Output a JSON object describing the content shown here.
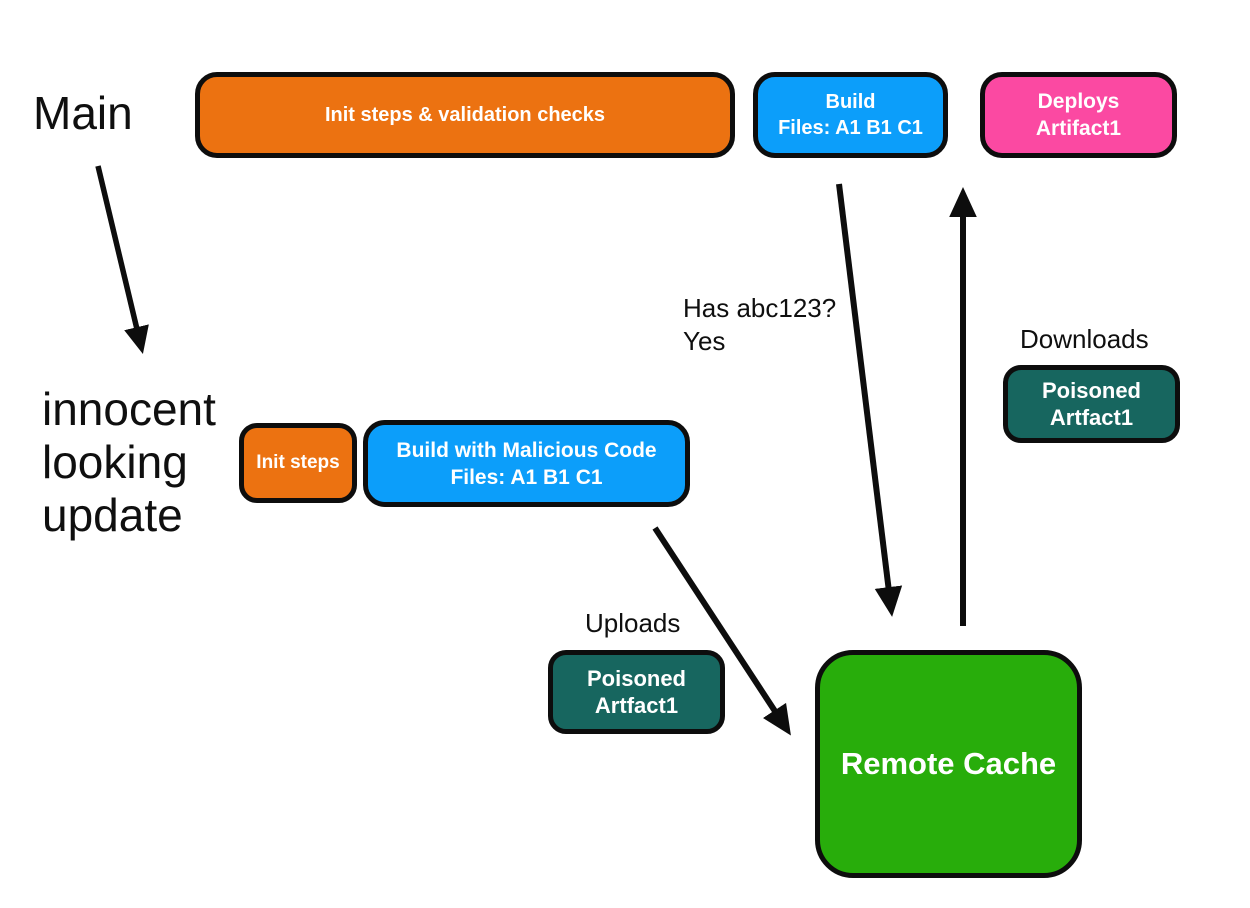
{
  "colors": {
    "orange": "#EC7211",
    "blue": "#0C9EFA",
    "pink": "#FB49A2",
    "teal": "#17665F",
    "green": "#28AD0B",
    "outline": "#0D0D0D",
    "node_text": "#FFFFFF",
    "annotation_text": "#0F0F0F"
  },
  "annotations": {
    "main_branch": "Main",
    "update_branch": {
      "lines": [
        "innocent",
        "looking",
        "update"
      ]
    },
    "cache_check": {
      "lines": [
        "Has abc123?",
        "Yes"
      ]
    },
    "downloads": "Downloads",
    "uploads": "Uploads"
  },
  "nodes": {
    "init_validation": {
      "lines": [
        "Init steps & validation checks"
      ]
    },
    "build_main": {
      "lines": [
        "Build",
        "Files: A1 B1 C1"
      ]
    },
    "deploys_artifact": {
      "lines": [
        "Deploys",
        "Artifact1"
      ]
    },
    "init_steps": {
      "lines": [
        "Init steps"
      ]
    },
    "build_malicious": {
      "lines": [
        "Build with Malicious Code",
        "Files: A1 B1 C1"
      ]
    },
    "poisoned_artifact_download": {
      "lines": [
        "Poisoned",
        "Artfact1"
      ]
    },
    "poisoned_artifact_upload": {
      "lines": [
        "Poisoned",
        "Artfact1"
      ]
    },
    "remote_cache": {
      "lines": [
        "Remote Cache"
      ]
    }
  },
  "arrows": [
    {
      "name": "main-to-update",
      "from": "Main",
      "to": "innocent looking update"
    },
    {
      "name": "build-to-cache",
      "from": "Build",
      "to": "Remote Cache"
    },
    {
      "name": "cache-to-deploys",
      "from": "Remote Cache",
      "to": "Deploys Artifact1"
    },
    {
      "name": "malicious-build-to-cache",
      "from": "Build with Malicious Code",
      "to": "Remote Cache"
    }
  ]
}
